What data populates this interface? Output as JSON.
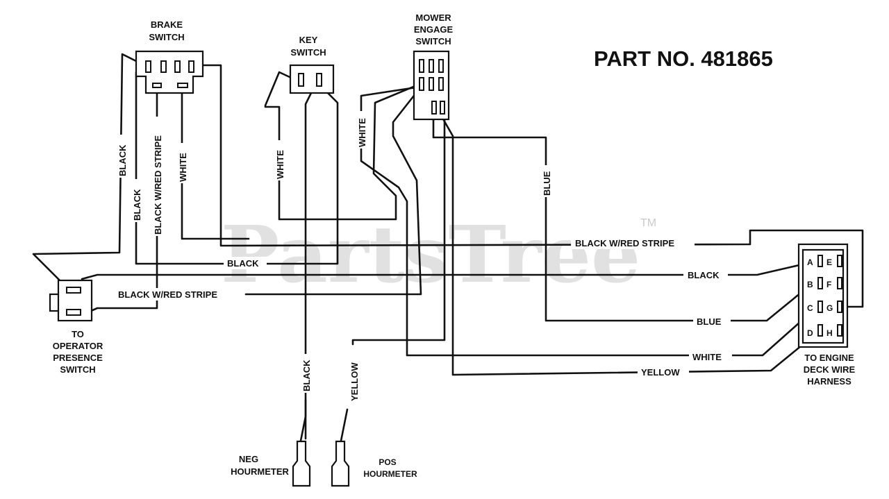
{
  "diagram": {
    "title": "PART NO. 481865",
    "watermark": "PartsTree",
    "watermark_tm": "TM",
    "components": {
      "brake_switch": [
        "BRAKE",
        "SWITCH"
      ],
      "key_switch": [
        "KEY",
        "SWITCH"
      ],
      "mower_engage_switch": [
        "MOWER",
        "ENGAGE",
        "SWITCH"
      ],
      "operator_presence_switch": [
        "TO",
        "OPERATOR",
        "PRESENCE",
        "SWITCH"
      ],
      "engine_deck_harness": [
        "TO ENGINE",
        "DECK WIRE",
        "HARNESS"
      ],
      "neg_hourmeter": [
        "NEG",
        "HOURMETER"
      ],
      "pos_hourmeter": [
        "POS",
        "HOURMETER"
      ]
    },
    "harness_pins": [
      "A",
      "E",
      "B",
      "F",
      "C",
      "G",
      "D",
      "H"
    ],
    "wire_labels": {
      "black_v1": "BLACK",
      "black_v2": "BLACK",
      "black_red_v": "BLACK W/RED STRIPE",
      "white_brake_v": "WHITE",
      "white_key_v": "WHITE",
      "white_mower_v": "WHITE",
      "blue_v": "BLUE",
      "black_red_h1": "BLACK W/RED STRIPE",
      "black_h1": "BLACK",
      "black_h2": "BLACK",
      "black_red_h2": "BLACK W/RED STRIPE",
      "blue_h": "BLUE",
      "white_h": "WHITE",
      "yellow_h": "YELLOW",
      "black_hour_v": "BLACK",
      "yellow_hour_v": "YELLOW"
    },
    "colors": {
      "line": "#111111",
      "watermark": "#c9c9c9",
      "background": "#ffffff"
    }
  }
}
